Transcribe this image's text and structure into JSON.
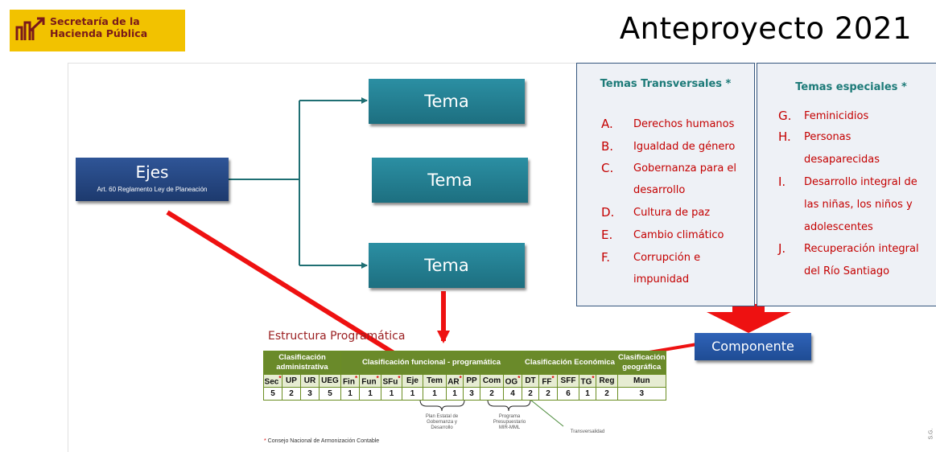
{
  "header": {
    "logo_text": "Secretaría de la\nHacienda Pública",
    "title": "Anteproyecto 2021"
  },
  "diagram": {
    "ejes": {
      "title": "Ejes",
      "subtitle": "Art. 60 Reglamento Ley de Planeación"
    },
    "temas": [
      "Tema",
      "Tema",
      "Tema"
    ],
    "componente": "Componente",
    "transversales": {
      "title": "Temas Transversales *",
      "items": [
        {
          "letter": "A.",
          "lines": [
            "Derechos humanos"
          ]
        },
        {
          "letter": "B.",
          "lines": [
            "Igualdad de género"
          ]
        },
        {
          "letter": "C.",
          "lines": [
            "Gobernanza para el",
            "desarrollo"
          ]
        },
        {
          "letter": "D.",
          "lines": [
            "Cultura de paz"
          ]
        },
        {
          "letter": "E.",
          "lines": [
            "Cambio climático"
          ]
        },
        {
          "letter": "F.",
          "lines": [
            "Corrupción e",
            "impunidad"
          ]
        }
      ]
    },
    "especiales": {
      "title": "Temas especiales *",
      "items": [
        {
          "letter": "G.",
          "lines": [
            "Feminicidios"
          ]
        },
        {
          "letter": "H.",
          "lines": [
            "Personas",
            "desaparecidas"
          ]
        },
        {
          "letter": "I.",
          "lines": [
            "Desarrollo integral de",
            "las niñas, los niños y",
            "adolescentes"
          ]
        },
        {
          "letter": "J.",
          "lines": [
            "Recuperación integral",
            "del Río Santiago"
          ]
        }
      ]
    }
  },
  "estructura": {
    "title": "Estructura Programática",
    "groups": [
      {
        "label": "Clasificación administrativa",
        "span": 4
      },
      {
        "label": "Clasificación funcional - programática",
        "span": 9
      },
      {
        "label": "Clasificación Económica",
        "span": 5
      },
      {
        "label": "Clasificación geográfica",
        "span": 2
      }
    ],
    "codes": [
      "Sec",
      "UP",
      "UR",
      "UEG",
      "Fin",
      "Fun",
      "SFu",
      "Eje",
      "Tem",
      "AR",
      "PP",
      "Com",
      "OG",
      "DT",
      "FF",
      "SFF",
      "TG",
      "Reg",
      "Mun"
    ],
    "starred": [
      "Sec",
      "Fin",
      "Fun",
      "SFu",
      "AR",
      "OG",
      "FF",
      "TG"
    ],
    "digits": [
      "5",
      "2",
      "3",
      "5",
      "1",
      "1",
      "1",
      "1",
      "1",
      "1",
      "3",
      "2",
      "4",
      "2",
      "2",
      "6",
      "1",
      "2",
      "3"
    ],
    "notes": {
      "plan": "Plan Estatal de\nGobernanza y\nDesarrollo",
      "programa": "Programa\nPresupuestario\nMIR-MML",
      "transversalidad": "Transversalidad"
    },
    "footnote": "Consejo Nacional de Armonización Contable",
    "side_mark": "S.G."
  },
  "colors": {
    "ejes": "#1f3f77",
    "tema": "#23809a",
    "componente": "#2559ad",
    "arrow": "#ee1111",
    "panel_title": "#1c7a78",
    "item_text": "#c40000",
    "table_header": "#6a8a2a"
  }
}
